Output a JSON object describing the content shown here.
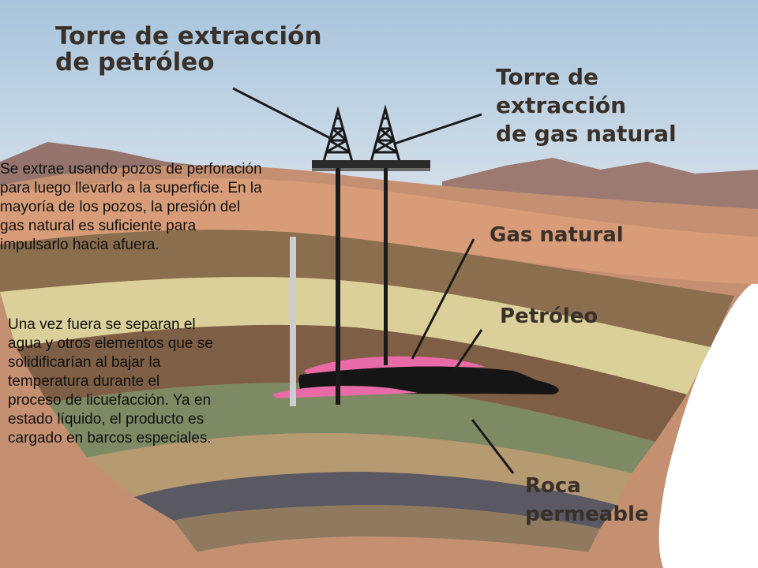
{
  "labels": {
    "oil_tower_line1": "Torre de extracción",
    "oil_tower_line2": "de petróleo",
    "gas_tower_line1": "Torre de",
    "gas_tower_line2": "extracción",
    "gas_tower_line3": "de gas natural",
    "gas_layer": "Gas natural",
    "oil_layer": "Petróleo",
    "rock_line1": "Roca",
    "rock_line2": "permeable"
  },
  "captions": {
    "extraction": [
      "Se extrae usando pozos de perforación",
      "para luego llevarlo a la superficie. En la",
      "mayoría de los pozos, la presión del",
      "gas natural es suficiente para",
      "impulsarlo hacia afuera."
    ],
    "processing": [
      "Una vez fuera se separan el",
      "agua y otros elementos que se",
      "solidificarían al bajar la",
      "temperatura durante el",
      "proceso de licuefacción. Ya en",
      "estado líquido, el producto es",
      "cargado en barcos especiales."
    ]
  },
  "colors": {
    "sky_top": "#9fc0dc",
    "sky_bottom": "#dfe7ee",
    "mountain": "#9a7770",
    "gas_pocket": "#e86aa6",
    "oil_pocket": "#151515"
  }
}
